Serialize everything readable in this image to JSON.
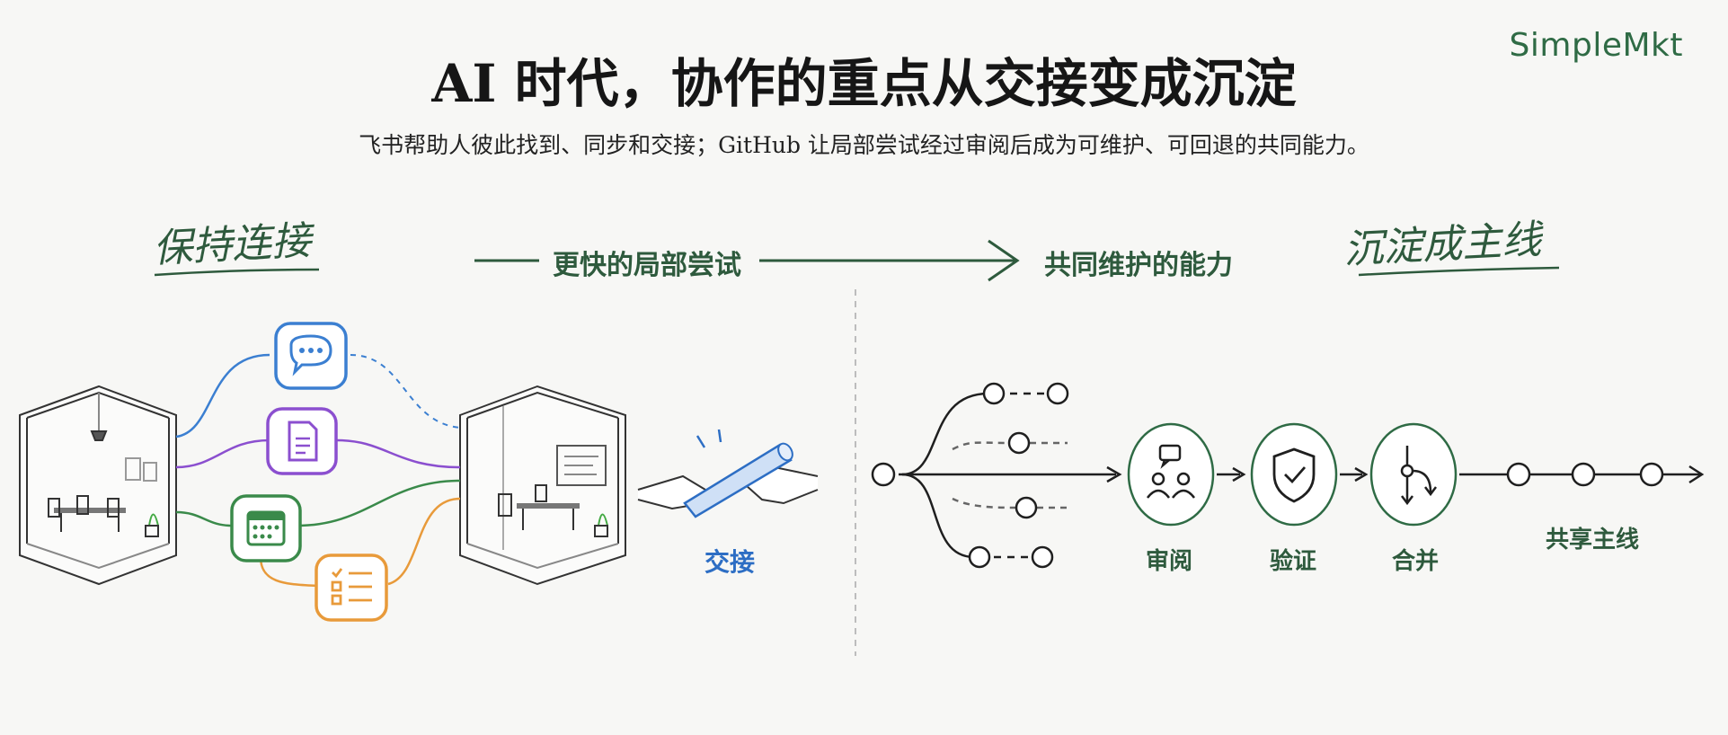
{
  "brand": "SimpleMkt",
  "title": "AI 时代，协作的重点从交接变成沉淀",
  "subtitle": "飞书帮助人彼此找到、同步和交接；GitHub 让局部尝试经过审阅后成为可维护、可回退的共同能力。",
  "left_heading": "保持连接",
  "right_heading": "沉淀成主线",
  "flow": {
    "from": "更快的局部尝试",
    "to": "共同维护的能力"
  },
  "handoff": "交接",
  "steps": {
    "review": "审阅",
    "verify": "验证",
    "merge": "合并",
    "mainline": "共享主线"
  },
  "colors": {
    "accent_green": "#2f6b45",
    "chat_blue": "#3b7fd1",
    "doc_purple": "#8b4fcf",
    "calendar_green": "#3a8a4a",
    "task_orange": "#e89a3a"
  },
  "icons": [
    "chat-icon",
    "document-icon",
    "calendar-icon",
    "tasklist-icon",
    "people-icon",
    "shield-check-icon",
    "merge-icon",
    "handshake-icon"
  ]
}
